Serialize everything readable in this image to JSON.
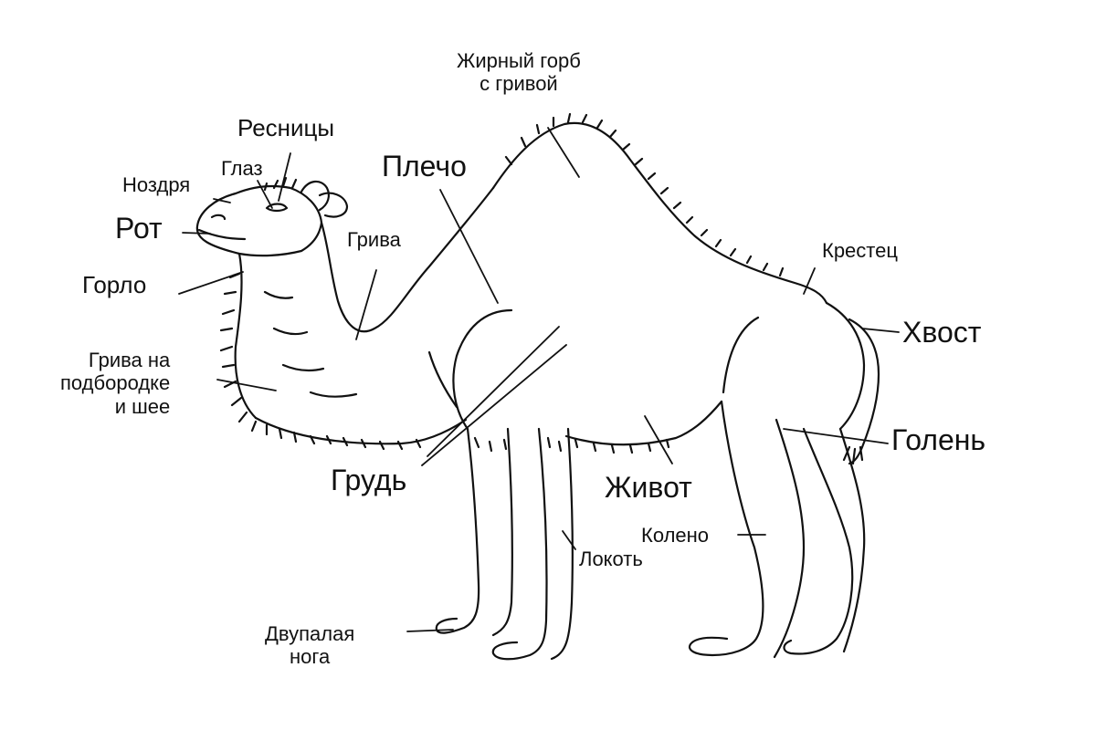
{
  "labels": {
    "fat_hump": "Жирный горб\nс гривой",
    "eyelashes": "Ресницы",
    "eye": "Глаз",
    "nostril": "Ноздря",
    "mouth": "Рот",
    "throat": "Горло",
    "mane": "Грива",
    "shoulder": "Плечо",
    "chin_mane": "Грива на\nподбородке\nи шее",
    "chest": "Грудь",
    "belly": "Живот",
    "knee": "Колено",
    "elbow": "Локоть",
    "two_toed_foot": "Двупалая\nнога",
    "sacrum": "Крестец",
    "tail": "Хвост",
    "shin": "Голень"
  },
  "colors": {
    "line": "#111111",
    "background": "#ffffff"
  }
}
